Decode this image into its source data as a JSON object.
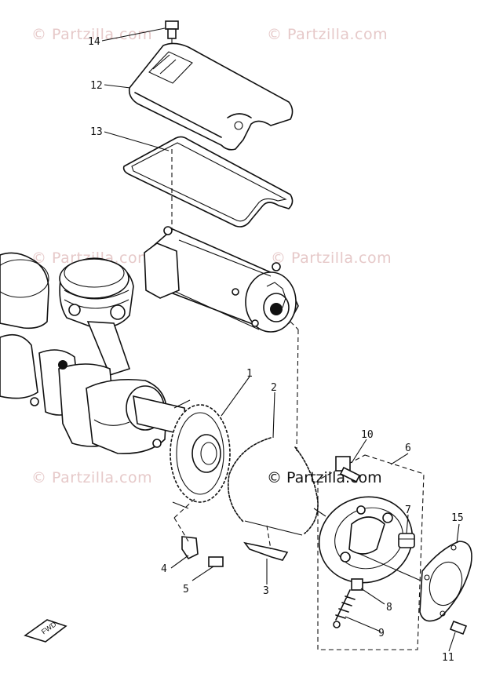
{
  "watermark": {
    "text": "© Partzilla.com",
    "center_text": "© Partzilla.com"
  },
  "callouts": {
    "p1": "1",
    "p2": "2",
    "p3": "3",
    "p4": "4",
    "p5": "5",
    "p6": "6",
    "p7": "7",
    "p8": "8",
    "p9": "9",
    "p10": "10",
    "p11": "11",
    "p12": "12",
    "p13": "13",
    "p14": "14",
    "p15": "15"
  },
  "fwd_label": "FWD"
}
